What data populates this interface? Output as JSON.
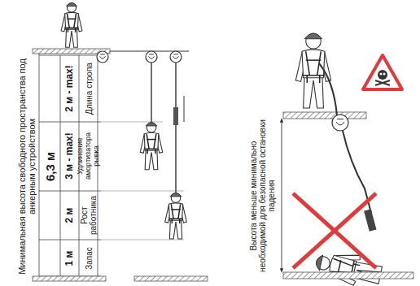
{
  "diagram": {
    "labels": [
      "Минимальная высота свободного пространства под анкерным устройством",
      "6,3 м",
      "2 м - max!",
      "3 м - max!",
      "2 м",
      "1 м",
      "Длина стропа",
      "Удлинение амортизатора рывка",
      "Рост работника",
      "Запас",
      "Высота меньше минимально необходимой для безопасной остановки падения"
    ]
  }
}
